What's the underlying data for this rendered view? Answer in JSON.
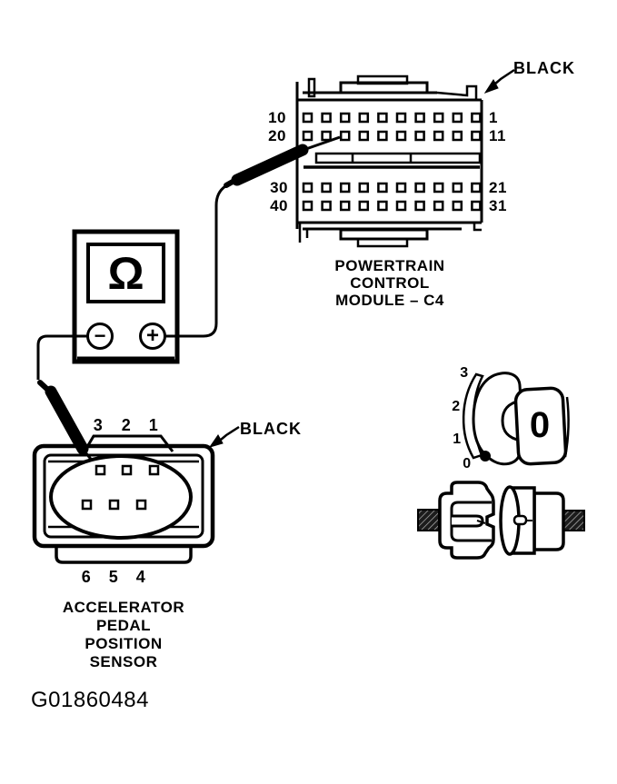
{
  "figure": {
    "id_code": "G01860484"
  },
  "pcm": {
    "title_lines": [
      "POWERTRAIN",
      "CONTROL",
      "MODULE – C4"
    ],
    "color_label": "BLACK",
    "left_pin_row_labels": [
      "10",
      "20",
      "30",
      "40"
    ],
    "right_pin_row_labels": [
      "1",
      "11",
      "21",
      "31"
    ],
    "pins_per_row": 10,
    "pin_rows": 4
  },
  "meter": {
    "display_symbol": "Ω",
    "negative_terminal_label": "−",
    "positive_terminal_label": "+"
  },
  "sensor": {
    "title_lines": [
      "ACCELERATOR",
      "PEDAL",
      "POSITION",
      "SENSOR"
    ],
    "color_label": "BLACK",
    "top_pin_labels": [
      "3",
      "2",
      "1"
    ],
    "bottom_pin_labels": [
      "6",
      "5",
      "4"
    ],
    "pin_count": 6
  },
  "dial": {
    "scale_labels": [
      "3",
      "2",
      "1",
      "0"
    ],
    "face_label": "0"
  },
  "colors": {
    "ink": "#000000",
    "background": "#ffffff"
  }
}
